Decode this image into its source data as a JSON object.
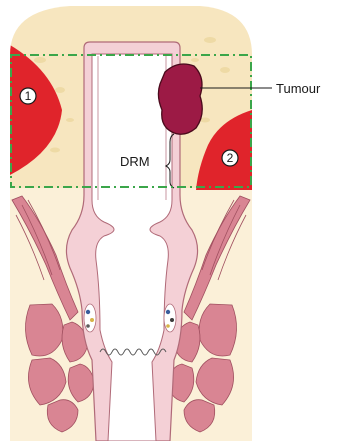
{
  "labels": {
    "tumour": "Tumour",
    "drm": "DRM"
  },
  "markers": {
    "one": "1",
    "two": "2"
  },
  "colors": {
    "tissue_background": "#f7e6bf",
    "tissue_specks": "#eed9a3",
    "rectal_wall": "#f4d0d6",
    "rectal_wall_outline": "#b06a78",
    "lumen": "#ffffff",
    "tumour": "#9c1a45",
    "tumour_outline": "#4a0a1c",
    "margin_zone": "#e0242b",
    "dashed_box": "#3ba64a",
    "muscle": "#d98593",
    "muscle_dark": "#a04f5f"
  }
}
